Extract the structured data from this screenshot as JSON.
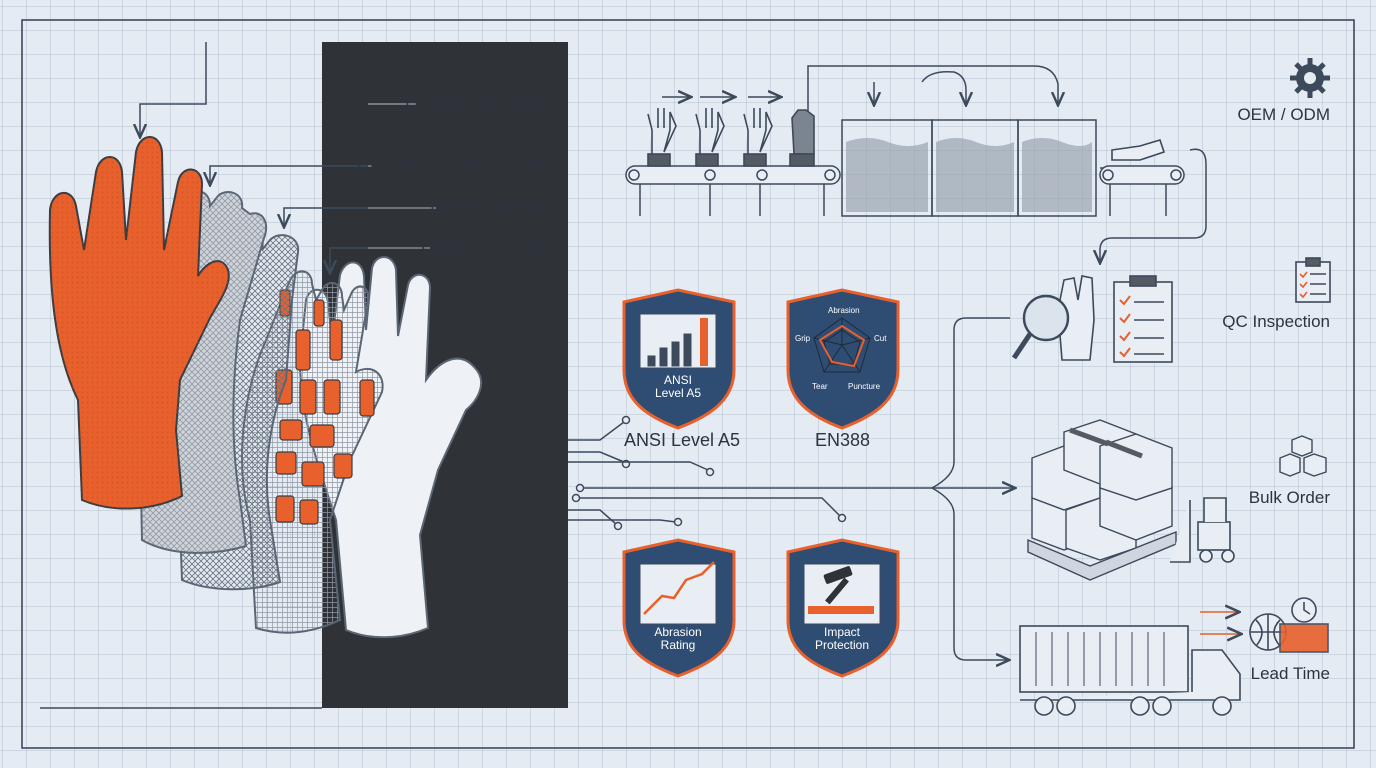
{
  "layers": [
    {
      "label": "OUTER COATING"
    },
    {
      "label": "CUT RESISTANT CORE"
    },
    {
      "label": "LINER FABRIC"
    },
    {
      "label": "GRIP TEXTURE"
    }
  ],
  "badges": [
    {
      "label_line1": "ANSI",
      "label_line2": "Level A5",
      "caption": "ANSI Level A5"
    },
    {
      "caption": "EN388",
      "radar_axes": [
        "Abrasion",
        "Cut",
        "Tear",
        "Puncture",
        "Grip"
      ]
    },
    {
      "label_line1": "Abrasion",
      "label_line2": "Rating"
    },
    {
      "label_line1": "Impact",
      "label_line2": "Protection"
    }
  ],
  "services": [
    {
      "label": "OEM / ODM",
      "icon": "gear-icon"
    },
    {
      "label": "QC Inspection",
      "icon": "clipboard-icon"
    },
    {
      "label": "Bulk Order",
      "icon": "boxes-icon"
    },
    {
      "label": "Lead Time",
      "icon": "clock-icon"
    }
  ],
  "colors": {
    "accent": "#e8602c",
    "dark": "#2f3237",
    "navy": "#2f4c73",
    "line": "#3c4a5c"
  }
}
